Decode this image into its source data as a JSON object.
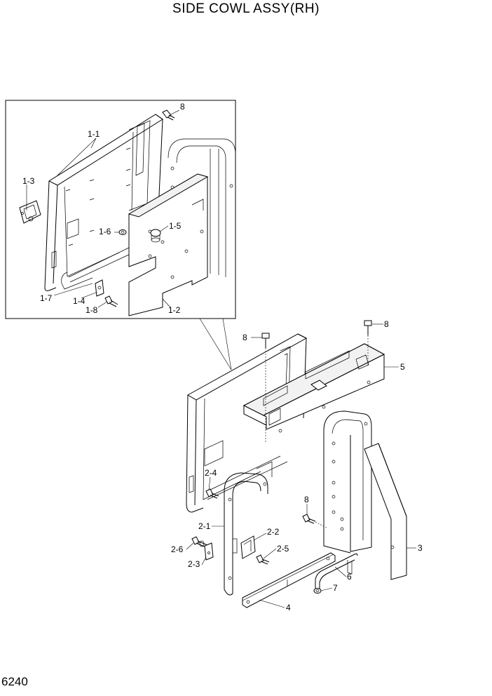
{
  "title": "SIDE COWL ASSY(RH)",
  "page_number": "6240",
  "callouts": {
    "c_8_detail": "8",
    "c_1_1": "1-1",
    "c_1_3": "1-3",
    "c_1_6": "1-6",
    "c_1_5": "1-5",
    "c_1_7": "1-7",
    "c_1_4": "1-4",
    "c_1_8": "1-8",
    "c_1_2": "1-2",
    "c_8_a": "8",
    "c_8_b": "8",
    "c_5": "5",
    "c_2_4": "2-4",
    "c_8_c": "8",
    "c_2_1": "2-1",
    "c_2_2": "2-2",
    "c_2_6": "2-6",
    "c_2_5": "2-5",
    "c_2_3": "2-3",
    "c_6": "6",
    "c_7": "7",
    "c_4": "4",
    "c_3": "3"
  }
}
